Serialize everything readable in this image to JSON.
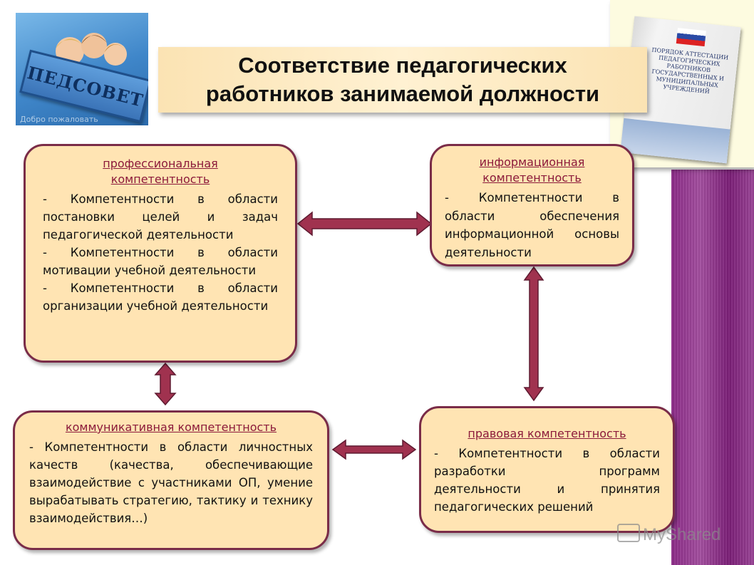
{
  "title": {
    "line1": "Соответствие педагогических",
    "line2": "работников занимаемой должности"
  },
  "logo": {
    "sign": "ПЕДСОВЕТ",
    "welcome": "Добро пожаловать"
  },
  "book": {
    "text": "ПОРЯДОК АТТЕСТАЦИИ ПЕДАГОГИЧЕСКИХ РАБОТНИКОВ ГОСУДАРСТВЕННЫХ И МУНИЦИПАЛЬНЫХ УЧРЕЖДЕНИЙ"
  },
  "boxes": {
    "professional": {
      "heading1": "профессиональная",
      "heading2": "компетентность",
      "items": [
        "- Компетентности в области постановки целей и задач педагогической деятельности",
        "- Компетентности в области мотивации учебной деятельности",
        "- Компетентности в области организации учебной деятельности"
      ]
    },
    "information": {
      "heading1": "информационная",
      "heading2": "компетентность",
      "items": [
        "- Компетентности в области обеспечения информационной основы деятельности"
      ]
    },
    "communicative": {
      "heading": "коммуникативная компетентность",
      "items": [
        "- Компетентности в области личностных качеств (качества, обеспечивающие взаимодействие с участниками ОП, умение вырабатывать стратегию, тактику и технику взаимодействия…)"
      ]
    },
    "legal": {
      "heading": "правовая компетентность",
      "items": [
        "- Компетентности в области разработки программ деятельности и принятия педагогических решений"
      ]
    }
  },
  "watermark": "MyShared",
  "colors": {
    "box_fill": "#ffe4b3",
    "box_border": "#7a2c48",
    "heading": "#8b1a3a",
    "arrow": "#a0324f",
    "title_fill": "#fbe3b3",
    "strip": "#8a2a86"
  }
}
